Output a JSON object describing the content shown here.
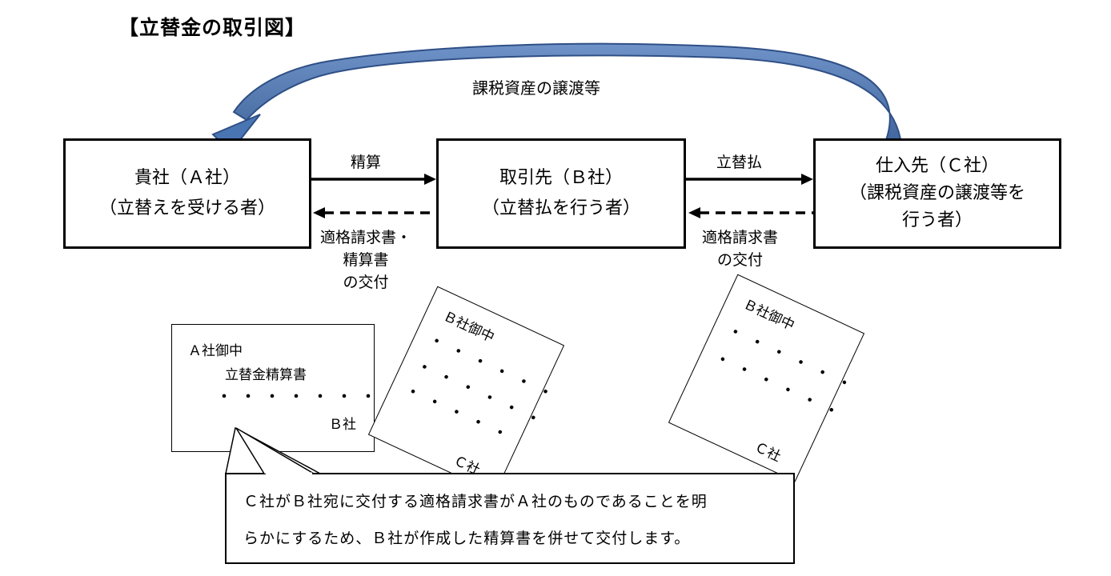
{
  "title": "【立替金の取引図】",
  "top_arrow_label": "課税資産の譲渡等",
  "boxes": {
    "a": {
      "line1": "貴社（Ａ社）",
      "line2": "（立替えを受ける者）"
    },
    "b": {
      "line1": "取引先（Ｂ社）",
      "line2": "（立替払を行う者）"
    },
    "c": {
      "line1": "仕入先（Ｃ社）",
      "line2": "（課税資産の譲渡等を",
      "line3": "行う者）"
    }
  },
  "arrows": {
    "ab_top": "精算",
    "ab_bottom": [
      "適格請求書・",
      "精算書",
      "の交付"
    ],
    "bc_top": "立替払",
    "bc_bottom": [
      "適格請求書",
      "の交付"
    ]
  },
  "docs": {
    "doc1": {
      "addressee": "Ａ社御中",
      "title": "立替金精算書",
      "dots": "・・・・・・・",
      "issuer": "Ｂ社"
    },
    "doc2": {
      "addressee": "Ｂ社御中",
      "dots1": "・・・・・・",
      "dots2": "・・・・・・",
      "dots3": "・・・・・",
      "issuer": "Ｃ社"
    },
    "doc3": {
      "addressee": "Ｂ社御中",
      "dots1": "・・・・・・",
      "dots2": "・・・・・・",
      "issuer": "Ｃ社"
    }
  },
  "note": {
    "line1": "Ｃ社がＢ社宛に交付する適格請求書がＡ社のものであることを明",
    "line2": "らかにするため、Ｂ社が作成した精算書を併せて交付します。"
  },
  "colors": {
    "arrow_blue": "#4a75b3",
    "arrow_dark": "#2f4f86"
  }
}
